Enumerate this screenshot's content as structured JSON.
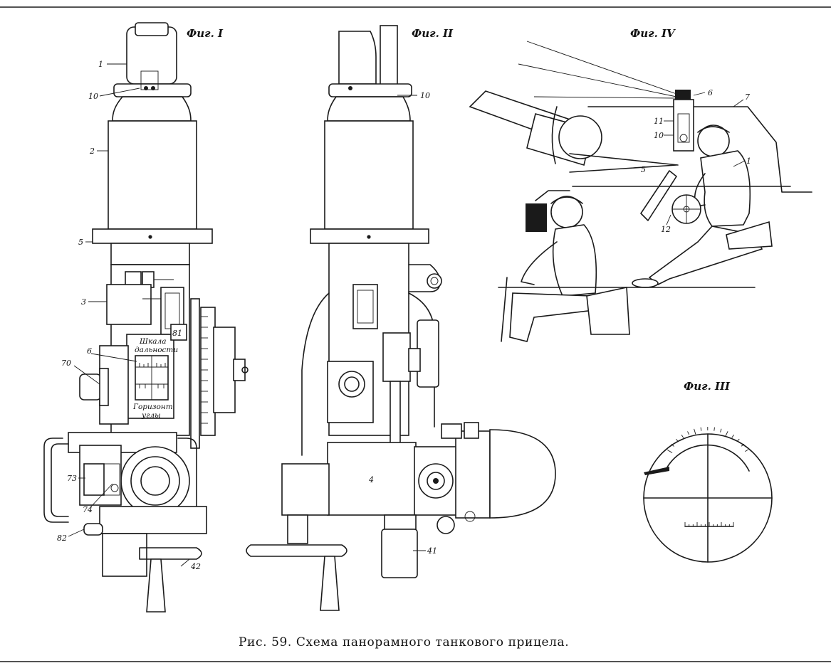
{
  "figures": {
    "fig1": {
      "title": "Фиг. I",
      "callouts": {
        "c1": "1",
        "c10": "10",
        "c2": "2",
        "c5": "5",
        "c3": "3",
        "c81": "81",
        "c6": "6",
        "c70": "70",
        "c73": "73",
        "c74": "74",
        "c82": "82",
        "c42": "42"
      },
      "scale_labels": {
        "range_line1": "Шкала",
        "range_line2": "дальности",
        "horizon_line1": "Горизонт",
        "horizon_line2": "углы"
      }
    },
    "fig2": {
      "title": "Фиг. II",
      "callouts": {
        "c10": "10",
        "c4": "4",
        "c41": "41"
      }
    },
    "fig3": {
      "title": "Фиг. III"
    },
    "fig4": {
      "title": "Фиг. IV",
      "callouts": {
        "c6": "6",
        "c7": "7",
        "c11": "11",
        "c10": "10",
        "c1": "1",
        "c5": "5",
        "c12": "12"
      }
    }
  },
  "caption": "Рис. 59. Схема панорамного танкового прицела."
}
